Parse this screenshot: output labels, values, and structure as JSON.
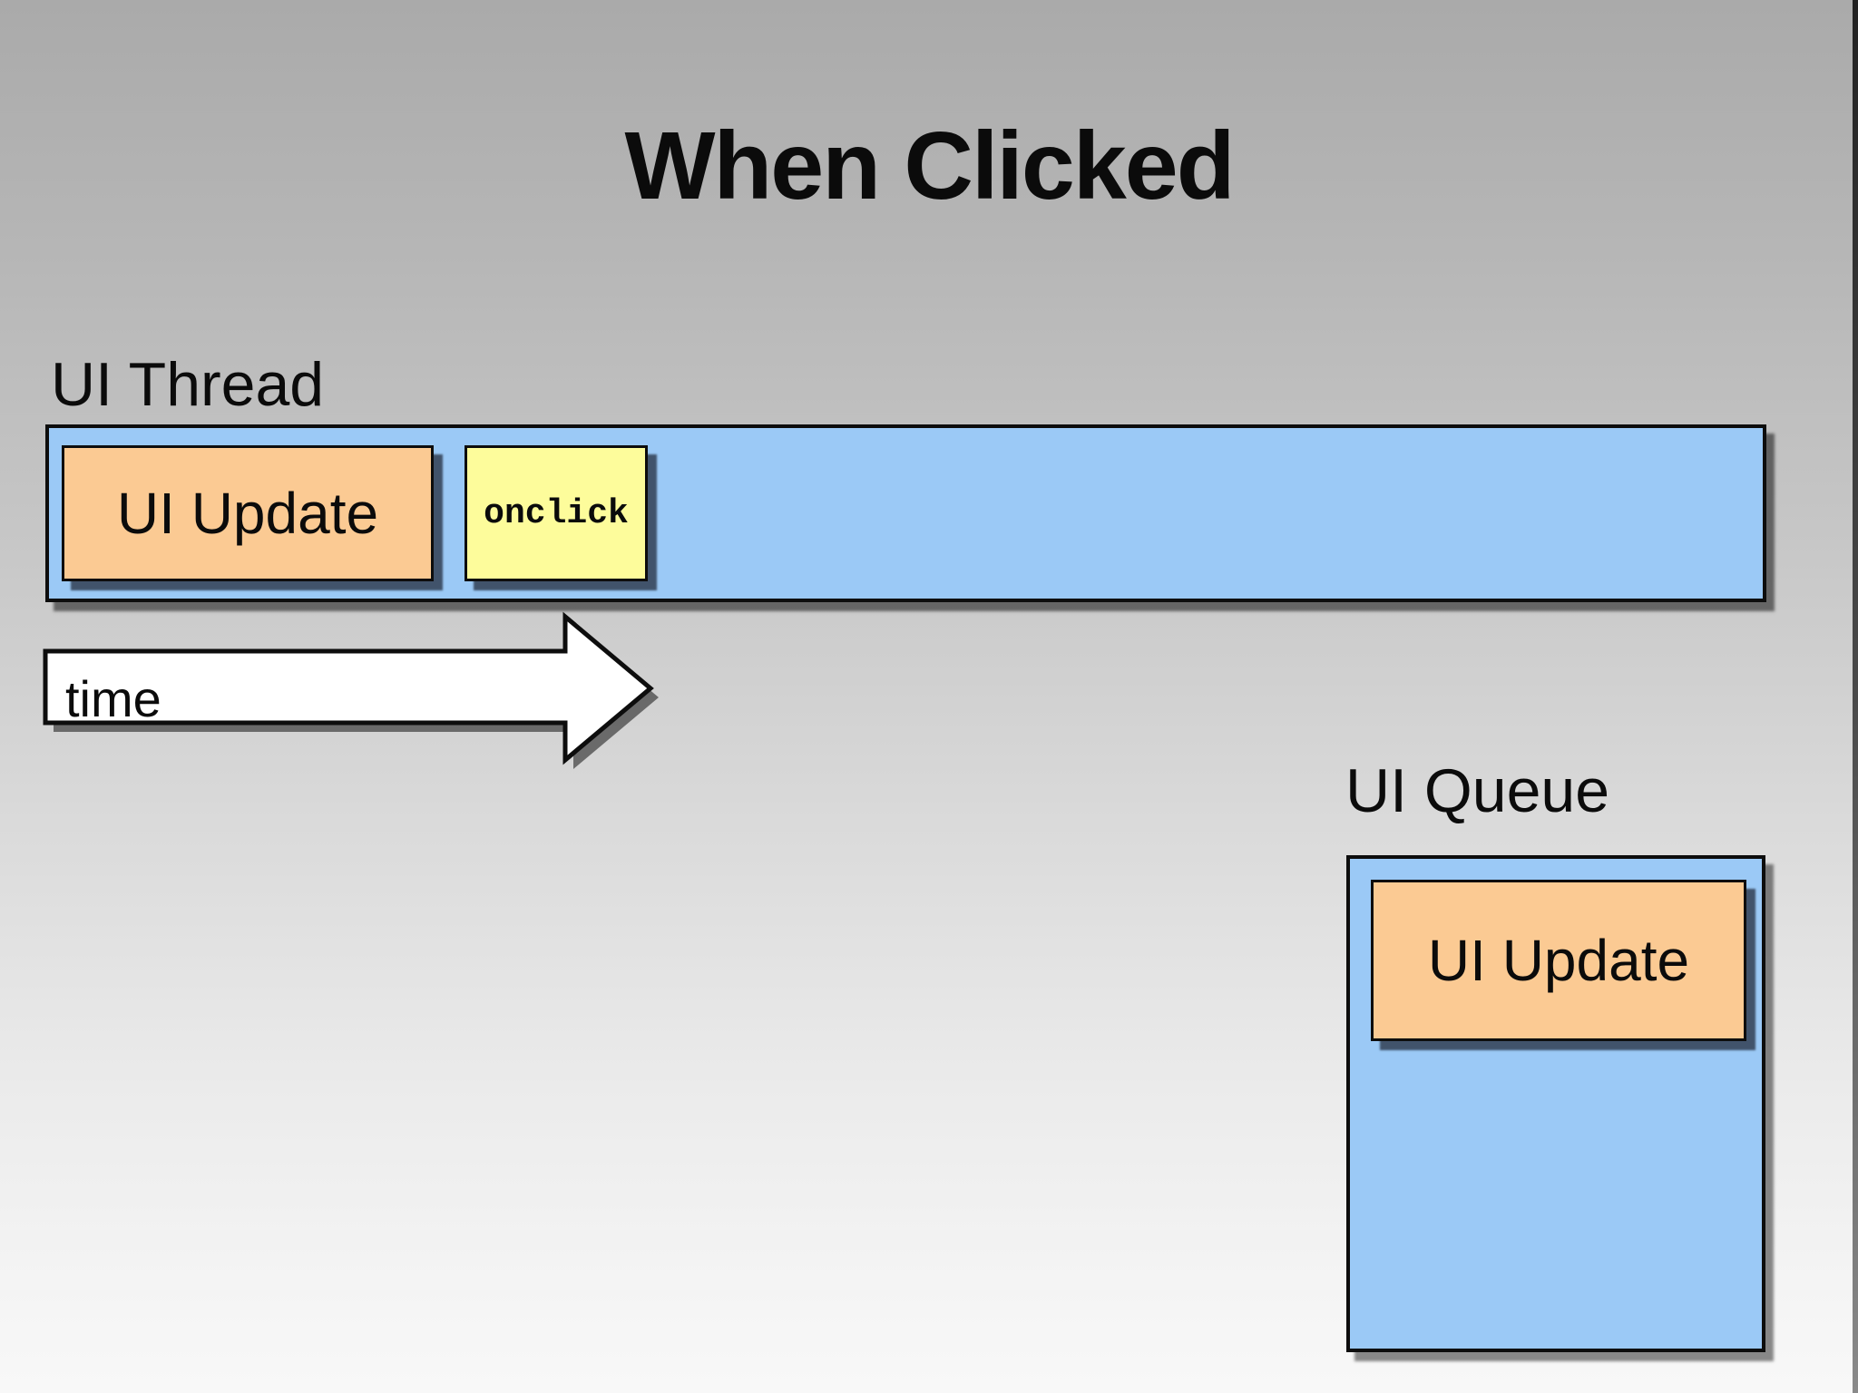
{
  "slide": {
    "title": "When Clicked",
    "ui_thread": {
      "label": "UI Thread",
      "blocks": [
        {
          "id": "ui-update",
          "label": "UI Update"
        },
        {
          "id": "onclick",
          "label": "onclick"
        }
      ]
    },
    "time_arrow": {
      "label": "time"
    },
    "ui_queue": {
      "label": "UI Queue",
      "blocks": [
        {
          "id": "ui-update",
          "label": "UI Update"
        }
      ]
    },
    "colors": {
      "background_top": "#aaaaaa",
      "background_bottom": "#f8f8f8",
      "thread_fill": "#9bc9f6",
      "queue_fill": "#9bc9f6",
      "ui_update_fill": "#fbca93",
      "onclick_fill": "#fdfc9b",
      "arrow_fill": "#ffffff",
      "border": "#0d0d0d",
      "text": "#0b0b0b"
    }
  }
}
